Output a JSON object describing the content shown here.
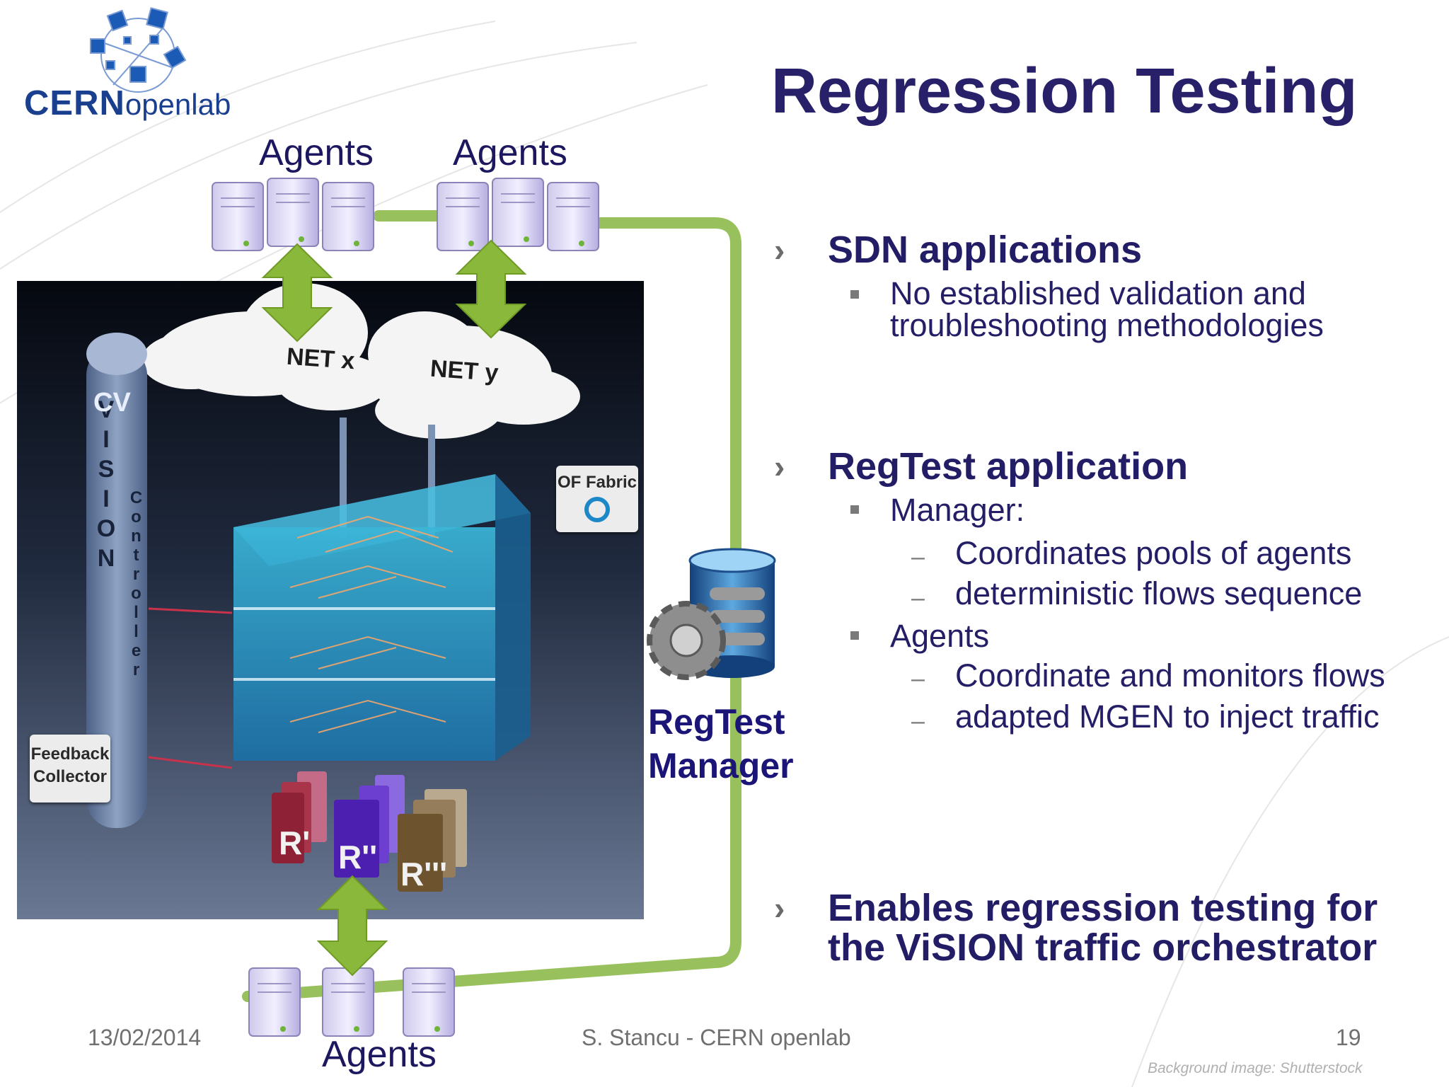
{
  "logo": {
    "brand": "CERN",
    "suffix": "openlab"
  },
  "title": "Regression Testing",
  "diagram": {
    "agents_top_left": "Agents",
    "agents_top_right": "Agents",
    "agents_bottom": "Agents",
    "cloud_x": "NET x",
    "cloud_y": "NET y",
    "fabric": "OF Fabric",
    "pillar_name": "VISION",
    "pillar_role": "Controller",
    "feedback_line1": "Feedback",
    "feedback_line2": "Collector",
    "routers": [
      "R'",
      "R''",
      "R'''"
    ],
    "manager_line1": "RegTest",
    "manager_line2": "Manager",
    "colors": {
      "link": "#98c05c",
      "arrow": "#8ab83a",
      "title": "#28216a",
      "text": "#241e66"
    }
  },
  "bullets": [
    {
      "heading": "SDN applications",
      "items": [
        {
          "text_line1": "No established validation and",
          "text_line2": "troubleshooting methodologies"
        }
      ]
    },
    {
      "heading": "RegTest application",
      "items": [
        {
          "text": "Manager:",
          "subitems": [
            "Coordinates pools of agents",
            "deterministic flows sequence"
          ]
        },
        {
          "text": "Agents",
          "subitems": [
            "Coordinate and monitors flows",
            "adapted MGEN to inject traffic"
          ]
        }
      ]
    },
    {
      "heading_line1": "Enables regression testing for",
      "heading_line2": "the ViSION traffic orchestrator"
    }
  ],
  "footer": {
    "date": "13/02/2014",
    "author": "S. Stancu - CERN openlab",
    "page": "19",
    "credit": "Background image: Shutterstock"
  }
}
